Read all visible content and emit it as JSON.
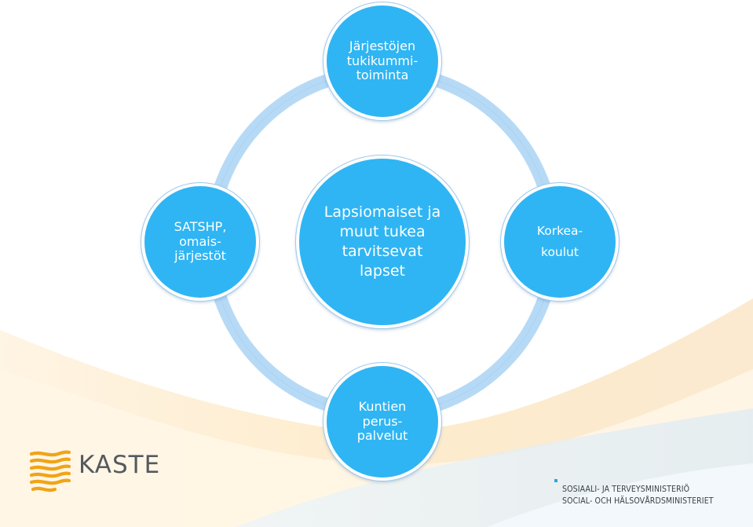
{
  "diagram": {
    "center": {
      "label": "Lapsiomaiset ja\nmuut tukea\ntarvitsevat\nlapset"
    },
    "nodes": [
      {
        "id": "top",
        "label": "Järjestöjen\ntukikummi-\ntoiminta"
      },
      {
        "id": "right",
        "label": "Korkea-\nkoulut"
      },
      {
        "id": "bottom",
        "label": "Kuntien\nperus-\npalvelut"
      },
      {
        "id": "left",
        "label": "SATSHP,\nomais-\njärjestöt"
      }
    ]
  },
  "logo": {
    "name": "KASTE"
  },
  "ministry": {
    "line1": "SOSIAALI- JA TERVEYSMINISTERIÖ",
    "line2": "SOCIAL- OCH HÄLSOVÅRDSMINISTERIET"
  },
  "colors": {
    "node_fill": "#2fb5f3",
    "ring": "#b5d9f6",
    "logo_orange": "#f0a418",
    "ministry_accent": "#2aa8d8"
  }
}
